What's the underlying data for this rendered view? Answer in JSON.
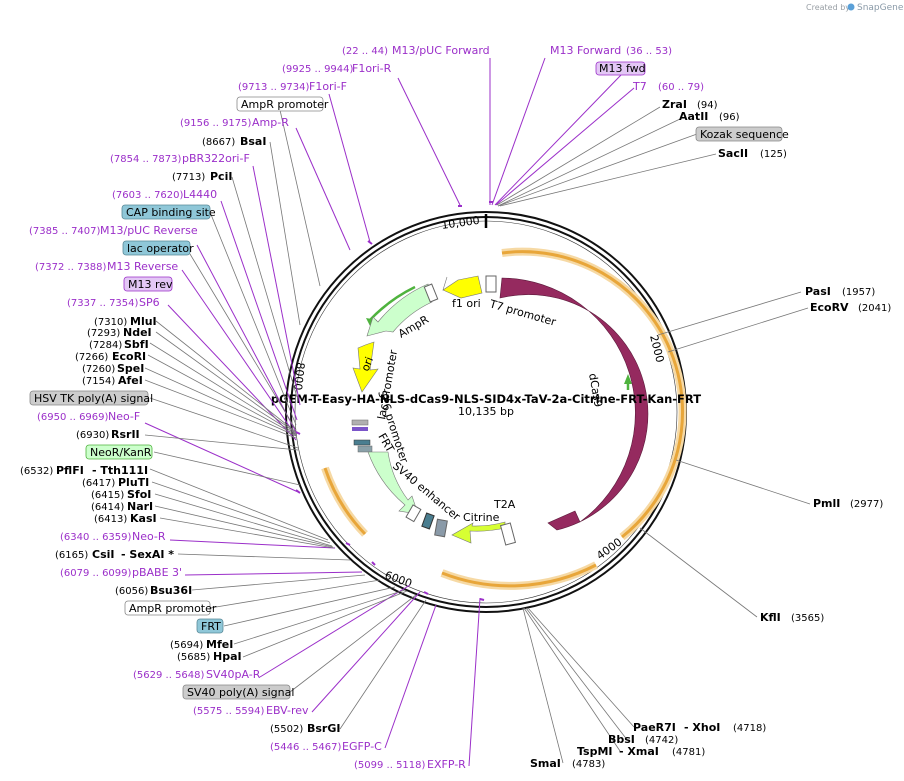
{
  "credit": {
    "prefix": "Created by",
    "brand": "SnapGene"
  },
  "plasmid": {
    "name": "pGEM-T-Easy-HA-NLS-dCas9-NLS-SID4x-TaV-2a-Citrine-FRT-Kan-FRT",
    "length": "10,135 bp"
  },
  "ruler": [
    "10,000",
    "2000",
    "4000",
    "6000",
    "8000"
  ],
  "features": [
    {
      "label": "f1 ori",
      "color": "#ffff00"
    },
    {
      "label": "T7 promoter",
      "color": "#ffffff"
    },
    {
      "label": "AmpR",
      "color": "#ccffcc"
    },
    {
      "label": "ori",
      "color": "#ffff00"
    },
    {
      "label": "dCas9",
      "color": "#952a5f"
    },
    {
      "label": "lac promoter",
      "color": "#ffffff"
    },
    {
      "label": "SP6 promoter",
      "color": "#ffffff"
    },
    {
      "label": "FRT",
      "color": "#8fb0c0"
    },
    {
      "label": "SV40 enhancer",
      "color": "#ffffff"
    },
    {
      "label": "Citrine",
      "color": "#d7ff33"
    },
    {
      "label": "T2A",
      "color": "#ffffff"
    }
  ],
  "labels": {
    "right": [
      {
        "pos": "",
        "name": "M13 Forward",
        "range": "(36 .. 53)",
        "kind": "primer"
      },
      {
        "pos": "",
        "name": "M13 fwd",
        "kind": "box-primer"
      },
      {
        "pos": "",
        "name": "T7",
        "range": "(60 .. 79)",
        "kind": "primer"
      },
      {
        "name": "ZraI",
        "pos": "(94)",
        "kind": "enzyme"
      },
      {
        "name": "AatII",
        "pos": "(96)",
        "kind": "enzyme"
      },
      {
        "name": "Kozak sequence",
        "kind": "box-gray"
      },
      {
        "name": "SacII",
        "pos": "(125)",
        "kind": "enzyme"
      },
      {
        "name": "PasI",
        "pos": "(1957)",
        "kind": "enzyme"
      },
      {
        "name": "EcoRV",
        "pos": "(2041)",
        "kind": "enzyme"
      },
      {
        "name": "PmlI",
        "pos": "(2977)",
        "kind": "enzyme"
      },
      {
        "name": "KflI",
        "pos": "(3565)",
        "kind": "enzyme"
      }
    ],
    "top": [
      {
        "range": "(22 .. 44)",
        "name": "M13/pUC Forward"
      },
      {
        "range": "(9925 .. 9944)",
        "name": "F1ori-R"
      },
      {
        "range": "(9713 .. 9734)",
        "name": "F1ori-F"
      },
      {
        "name": "AmpR promoter",
        "box": true
      },
      {
        "range": "(9156 .. 9175)",
        "name": "Amp-R"
      },
      {
        "pos": "(8667)",
        "name": "BsaI"
      },
      {
        "range": "(7854 .. 7873)",
        "name": "pBR322ori-F"
      },
      {
        "pos": "(7713)",
        "name": "PciI"
      },
      {
        "range": "(7603 .. 7620)",
        "name": "L4440"
      }
    ],
    "left": [
      {
        "name": "CAP binding site",
        "box": "blue"
      },
      {
        "range": "(7385 .. 7407)",
        "name": "M13/pUC Reverse"
      },
      {
        "name": "lac operator",
        "box": "blue"
      },
      {
        "range": "(7372 .. 7388)",
        "name": "M13 Reverse"
      },
      {
        "name": "M13 rev",
        "box": "purple"
      },
      {
        "range": "(7337 .. 7354)",
        "name": "SP6"
      },
      {
        "pos": "(7310)",
        "name": "MluI"
      },
      {
        "pos": "(7293)",
        "name": "NdeI"
      },
      {
        "pos": "(7284)",
        "name": "SbfI"
      },
      {
        "pos": "(7266)",
        "name": "EcoRI"
      },
      {
        "pos": "(7260)",
        "name": "SpeI"
      },
      {
        "pos": "(7154)",
        "name": "AfeI"
      },
      {
        "name": "HSV TK poly(A) signal",
        "box": "gray"
      },
      {
        "range": "(6950 .. 6969)",
        "name": "Neo-F"
      },
      {
        "pos": "(6930)",
        "name": "RsrII"
      },
      {
        "name": "NeoR/KanR",
        "box": "green"
      },
      {
        "pos": "(6532)",
        "name": "PflFI",
        "extra": "- Tth111I"
      },
      {
        "pos": "(6417)",
        "name": "PluTI"
      },
      {
        "pos": "(6415)",
        "name": "SfoI"
      },
      {
        "pos": "(6414)",
        "name": "NarI"
      },
      {
        "pos": "(6413)",
        "name": "KasI"
      },
      {
        "range": "(6340 .. 6359)",
        "name": "Neo-R"
      },
      {
        "pos": "(6165)",
        "name": "CsiI",
        "extra": "- SexAI *"
      },
      {
        "range": "(6079 .. 6099)",
        "name": "pBABE 3'"
      },
      {
        "pos": "(6056)",
        "name": "Bsu36I"
      },
      {
        "name": "AmpR promoter",
        "box": "white"
      },
      {
        "name": "FRT",
        "box": "blue"
      },
      {
        "pos": "(5694)",
        "name": "MfeI"
      },
      {
        "pos": "(5685)",
        "name": "HpaI"
      },
      {
        "range": "(5629 .. 5648)",
        "name": "SV40pA-R"
      },
      {
        "name": "SV40 poly(A) signal",
        "box": "gray"
      },
      {
        "range": "(5575 .. 5594)",
        "name": "EBV-rev"
      },
      {
        "pos": "(5502)",
        "name": "BsrGI"
      },
      {
        "range": "(5446 .. 5467)",
        "name": "EGFP-C"
      },
      {
        "range": "(5099 .. 5118)",
        "name": "EXFP-R"
      }
    ],
    "bottom": [
      {
        "name": "SmaI",
        "pos": "(4783)"
      },
      {
        "name": "TspMI",
        "extra": "- XmaI",
        "pos": "(4781)"
      },
      {
        "name": "BbsI",
        "pos": "(4742)"
      },
      {
        "name": "PaeR7I",
        "extra": "- XhoI",
        "pos": "(4718)"
      }
    ]
  },
  "colors": {
    "primer": "#9b2fc9",
    "featureArrow": "#952a5f",
    "orangeArc": "#e8a63a",
    "greenArrow": "#4fb33e"
  }
}
